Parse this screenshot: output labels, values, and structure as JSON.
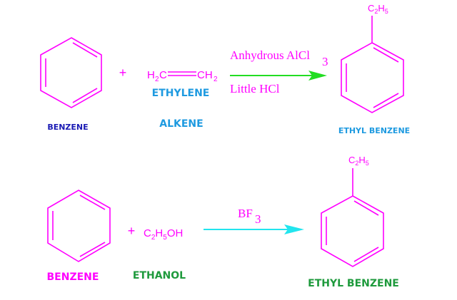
{
  "reaction1": {
    "reactant1": {
      "name": "BENZENE",
      "name_color": "#1a1ab4"
    },
    "plus": "+",
    "reactant2": {
      "formula_left": "H",
      "formula_left_sub": "2",
      "formula_left_c": "C",
      "formula_right": "CH",
      "formula_right_sub": "2",
      "name": "ETHYLENE",
      "class": "ALKENE",
      "name_color": "#1e9ae0"
    },
    "conditions": {
      "above": "Anhydrous AlCl",
      "above_sub": "3",
      "below": "Little HCl"
    },
    "arrow_color": "#22dd22",
    "product": {
      "substituent": "C",
      "substituent_sub1": "2",
      "substituent_h": "H",
      "substituent_sub2": "5",
      "name": "ETHYL BENZENE",
      "name_color": "#1e9ae0"
    }
  },
  "reaction2": {
    "reactant1": {
      "name": "BENZENE",
      "name_color": "#ff00ff"
    },
    "plus": "+",
    "reactant2": {
      "f1": "C",
      "f1_sub": "2",
      "f2": "H",
      "f2_sub": "5",
      "f3": "OH",
      "name": "ETHANOL",
      "name_color": "#1e9a3c"
    },
    "conditions": {
      "above": "BF",
      "above_sub": "3"
    },
    "arrow_color": "#22e5ee",
    "product": {
      "substituent": "C",
      "substituent_sub1": "2",
      "substituent_h": "H",
      "substituent_sub2": "5",
      "name": "ETHYL BENZENE",
      "name_color": "#1e9a3c"
    }
  },
  "colors": {
    "structure": "#ff00ff"
  }
}
